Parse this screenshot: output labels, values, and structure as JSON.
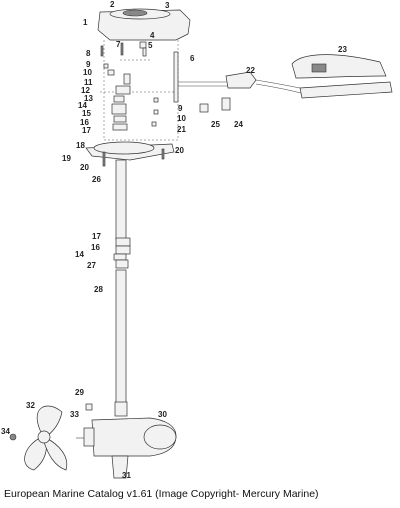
{
  "diagram": {
    "part_numbers": [
      "1",
      "2",
      "3",
      "4",
      "5",
      "6",
      "7",
      "8",
      "9",
      "9",
      "10",
      "10",
      "11",
      "12",
      "13",
      "14",
      "14",
      "15",
      "16",
      "16",
      "17",
      "17",
      "18",
      "19",
      "20",
      "20",
      "21",
      "22",
      "23",
      "24",
      "25",
      "26",
      "27",
      "28",
      "29",
      "30",
      "31",
      "32",
      "33",
      "34"
    ]
  },
  "caption": "European Marine Catalog v1.61 (Image Copyright- Mercury Marine)"
}
